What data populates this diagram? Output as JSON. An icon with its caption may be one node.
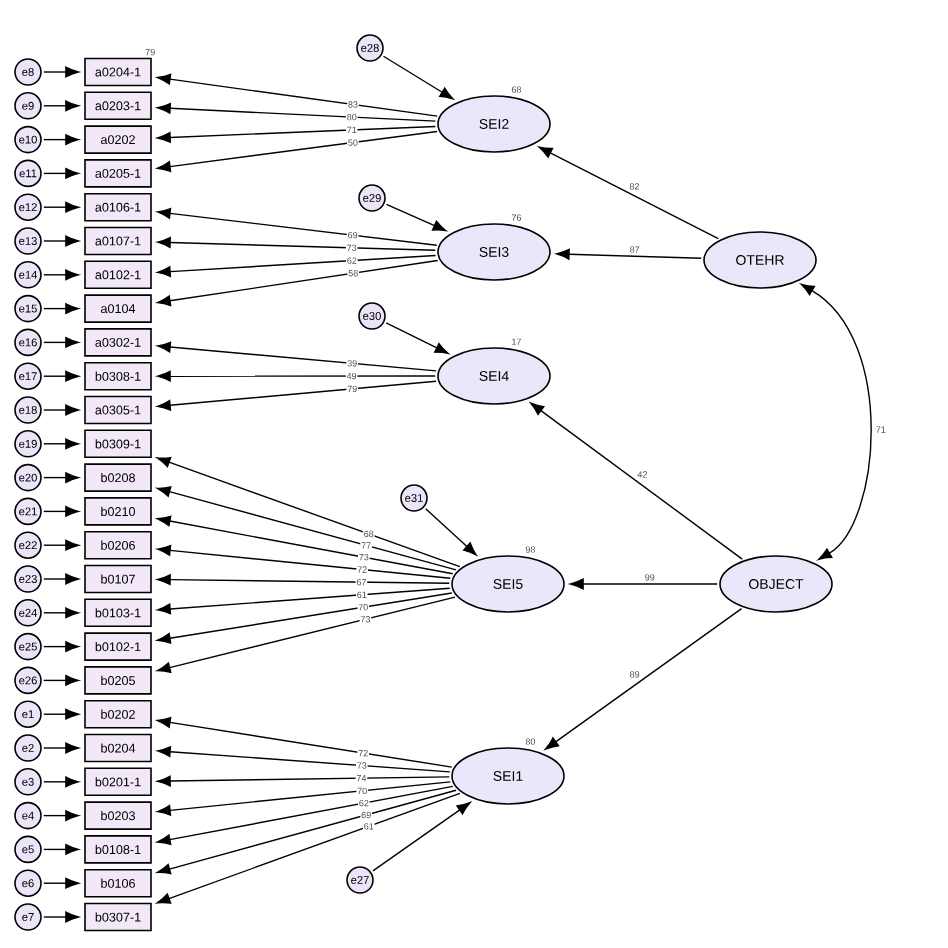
{
  "diagram": {
    "nodes": [
      {
        "text": [
          "e8"
        ]
      },
      {
        "text": [
          "a0204-1"
        ],
        "beside": [
          "79"
        ]
      },
      {
        "text": [
          "e9"
        ]
      },
      {
        "text": [
          "a0203-1"
        ]
      },
      {
        "text": [
          "e10"
        ]
      },
      {
        "text": [
          "a0202"
        ]
      },
      {
        "text": [
          "e11"
        ]
      },
      {
        "text": [
          "a0205-1"
        ]
      },
      {
        "text": [
          "e12"
        ]
      },
      {
        "text": [
          "a0106-1"
        ]
      },
      {
        "text": [
          "e13"
        ]
      },
      {
        "text": [
          "a0107-1"
        ]
      },
      {
        "text": [
          "e14"
        ]
      },
      {
        "text": [
          "a0102-1"
        ]
      },
      {
        "text": [
          "e15"
        ]
      },
      {
        "text": [
          "a0104"
        ]
      },
      {
        "text": [
          "e16"
        ]
      },
      {
        "text": [
          "a0302-1"
        ]
      },
      {
        "text": [
          "e17"
        ]
      },
      {
        "text": [
          "b0308-1"
        ]
      },
      {
        "text": [
          "e18"
        ]
      },
      {
        "text": [
          "a0305-1"
        ]
      },
      {
        "text": [
          "e19"
        ]
      },
      {
        "text": [
          "b0309-1"
        ]
      },
      {
        "text": [
          "e20"
        ]
      },
      {
        "text": [
          "b0208"
        ]
      },
      {
        "text": [
          "e21"
        ]
      },
      {
        "text": [
          "b0210"
        ]
      },
      {
        "text": [
          "e22"
        ]
      },
      {
        "text": [
          "b0206"
        ]
      },
      {
        "text": [
          "e23"
        ]
      },
      {
        "text": [
          "b0107"
        ]
      },
      {
        "text": [
          "e24"
        ]
      },
      {
        "text": [
          "b0103-1"
        ]
      },
      {
        "text": [
          "e25"
        ]
      },
      {
        "text": [
          "b0102-1"
        ]
      },
      {
        "text": [
          "e26"
        ]
      },
      {
        "text": [
          "b0205"
        ]
      },
      {
        "text": [
          "e1"
        ]
      },
      {
        "text": [
          "b0202"
        ]
      },
      {
        "text": [
          "e2"
        ]
      },
      {
        "text": [
          "b0204"
        ]
      },
      {
        "text": [
          "e3"
        ]
      },
      {
        "text": [
          "b0201-1"
        ]
      },
      {
        "text": [
          "e4"
        ]
      },
      {
        "text": [
          "b0203"
        ]
      },
      {
        "text": [
          "e5"
        ]
      },
      {
        "text": [
          "b0108-1"
        ]
      },
      {
        "text": [
          "e6"
        ]
      },
      {
        "text": [
          "b0106"
        ]
      },
      {
        "text": [
          "e7"
        ]
      },
      {
        "text": [
          "b0307-1"
        ]
      },
      {
        "text": [
          "e28"
        ]
      },
      {
        "text": [
          "SEI2"
        ],
        "beside": [
          "68"
        ]
      },
      {
        "text": [
          "e29"
        ]
      },
      {
        "text": [
          "SEI3"
        ],
        "beside": [
          "76"
        ]
      },
      {
        "text": [
          "e30"
        ]
      },
      {
        "text": [
          "SEI4"
        ],
        "beside": [
          "17"
        ]
      },
      {
        "text": [
          "e31"
        ]
      },
      {
        "text": [
          "SEI5"
        ],
        "beside": [
          "98"
        ]
      },
      {
        "text": [
          "SEI1"
        ],
        "beside": [
          "80"
        ]
      },
      {
        "text": [
          "e27"
        ]
      },
      {
        "text": [
          "OTEHR"
        ]
      },
      {
        "text": [
          "OBJECT"
        ]
      }
    ],
    "edges": [
      {
        "from": 0,
        "to": 1,
        "arrow": "to"
      },
      {
        "from": 2,
        "to": 3,
        "arrow": "to"
      },
      {
        "from": 4,
        "to": 5,
        "arrow": "to"
      },
      {
        "from": 6,
        "to": 7,
        "arrow": "to"
      },
      {
        "from": 8,
        "to": 9,
        "arrow": "to"
      },
      {
        "from": 10,
        "to": 11,
        "arrow": "to"
      },
      {
        "from": 12,
        "to": 13,
        "arrow": "to"
      },
      {
        "from": 14,
        "to": 15,
        "arrow": "to"
      },
      {
        "from": 16,
        "to": 17,
        "arrow": "to"
      },
      {
        "from": 18,
        "to": 19,
        "arrow": "to"
      },
      {
        "from": 20,
        "to": 21,
        "arrow": "to"
      },
      {
        "from": 22,
        "to": 23,
        "arrow": "to"
      },
      {
        "from": 24,
        "to": 25,
        "arrow": "to"
      },
      {
        "from": 26,
        "to": 27,
        "arrow": "to"
      },
      {
        "from": 28,
        "to": 29,
        "arrow": "to"
      },
      {
        "from": 30,
        "to": 31,
        "arrow": "to"
      },
      {
        "from": 32,
        "to": 33,
        "arrow": "to"
      },
      {
        "from": 34,
        "to": 35,
        "arrow": "to"
      },
      {
        "from": 36,
        "to": 37,
        "arrow": "to"
      },
      {
        "from": 38,
        "to": 39,
        "arrow": "to"
      },
      {
        "from": 40,
        "to": 41,
        "arrow": "to"
      },
      {
        "from": 42,
        "to": 43,
        "arrow": "to"
      },
      {
        "from": 44,
        "to": 45,
        "arrow": "to"
      },
      {
        "from": 46,
        "to": 47,
        "arrow": "to"
      },
      {
        "from": 48,
        "to": 49,
        "arrow": "to"
      },
      {
        "from": 50,
        "to": 51,
        "arrow": "to"
      },
      {
        "from": 53,
        "to": 1,
        "arrow": "to",
        "label": "83"
      },
      {
        "from": 53,
        "to": 3,
        "arrow": "to",
        "label": "80"
      },
      {
        "from": 53,
        "to": 5,
        "arrow": "to",
        "label": "71"
      },
      {
        "from": 53,
        "to": 7,
        "arrow": "to",
        "label": "50"
      },
      {
        "from": 55,
        "to": 9,
        "arrow": "to",
        "label": "69"
      },
      {
        "from": 55,
        "to": 11,
        "arrow": "to",
        "label": "73"
      },
      {
        "from": 55,
        "to": 13,
        "arrow": "to",
        "label": "62"
      },
      {
        "from": 55,
        "to": 15,
        "arrow": "to",
        "label": "58"
      },
      {
        "from": 57,
        "to": 17,
        "arrow": "to",
        "label": "39"
      },
      {
        "from": 57,
        "to": 19,
        "arrow": "to",
        "label": "49"
      },
      {
        "from": 57,
        "to": 21,
        "arrow": "to",
        "label": "79"
      },
      {
        "from": 59,
        "to": 23,
        "arrow": "to",
        "label": "68"
      },
      {
        "from": 59,
        "to": 25,
        "arrow": "to",
        "label": "77"
      },
      {
        "from": 59,
        "to": 27,
        "arrow": "to",
        "label": "73"
      },
      {
        "from": 59,
        "to": 29,
        "arrow": "to",
        "label": "72"
      },
      {
        "from": 59,
        "to": 31,
        "arrow": "to",
        "label": "67"
      },
      {
        "from": 59,
        "to": 33,
        "arrow": "to",
        "label": "61"
      },
      {
        "from": 59,
        "to": 35,
        "arrow": "to",
        "label": "70"
      },
      {
        "from": 59,
        "to": 37,
        "arrow": "to",
        "label": "73"
      },
      {
        "from": 60,
        "to": 39,
        "arrow": "to",
        "label": "72"
      },
      {
        "from": 60,
        "to": 41,
        "arrow": "to",
        "label": "73"
      },
      {
        "from": 60,
        "to": 43,
        "arrow": "to",
        "label": "74"
      },
      {
        "from": 60,
        "to": 45,
        "arrow": "to",
        "label": "70"
      },
      {
        "from": 60,
        "to": 47,
        "arrow": "to",
        "label": "62"
      },
      {
        "from": 60,
        "to": 49,
        "arrow": "to",
        "label": "69"
      },
      {
        "from": 60,
        "to": 51,
        "arrow": "to",
        "label": "61"
      },
      {
        "from": 52,
        "to": 53,
        "arrow": "to"
      },
      {
        "from": 54,
        "to": 55,
        "arrow": "to"
      },
      {
        "from": 56,
        "to": 57,
        "arrow": "to"
      },
      {
        "from": 58,
        "to": 59,
        "arrow": "to"
      },
      {
        "from": 61,
        "to": 60,
        "arrow": "to"
      },
      {
        "from": 62,
        "to": 53,
        "arrow": "to",
        "label": "82"
      },
      {
        "from": 62,
        "to": 55,
        "arrow": "to",
        "label": "87"
      },
      {
        "from": 63,
        "to": 57,
        "arrow": "to",
        "label": "42"
      },
      {
        "from": 63,
        "to": 59,
        "arrow": "to",
        "label": "99"
      },
      {
        "from": 63,
        "to": 60,
        "arrow": "to",
        "label": "89"
      },
      {
        "from": 62,
        "to": 63,
        "arrow": "both",
        "label": "71"
      }
    ]
  }
}
